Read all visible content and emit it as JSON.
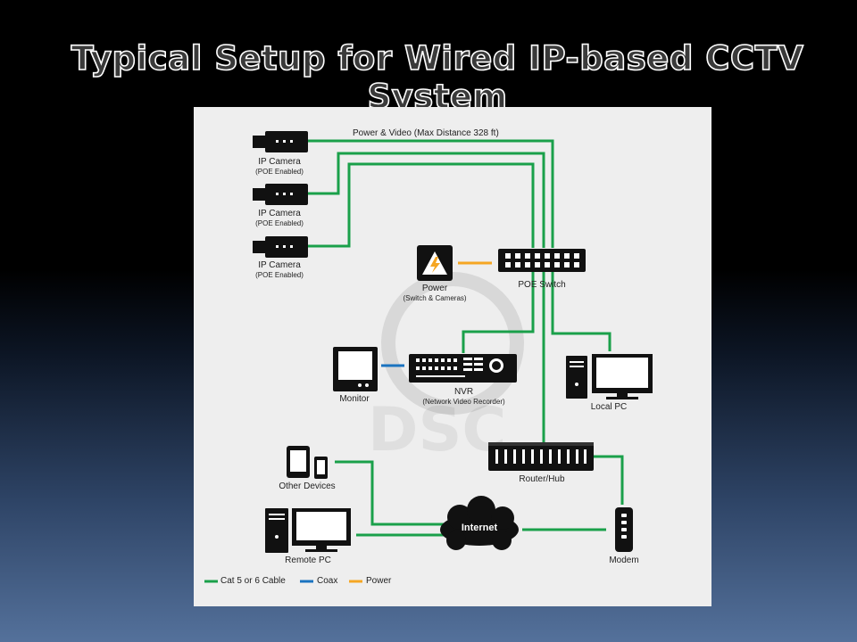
{
  "slide": {
    "title": "Typical Setup for Wired IP-based CCTV System"
  },
  "diagram": {
    "cable_note": "Power & Video (Max Distance 328 ft)",
    "cameras": [
      {
        "name": "IP Camera",
        "sub": "(POE Enabled)"
      },
      {
        "name": "IP Camera",
        "sub": "(POE Enabled)"
      },
      {
        "name": "IP Camera",
        "sub": "(POE Enabled)"
      }
    ],
    "power": {
      "name": "Power",
      "sub": "(Switch & Cameras)"
    },
    "poe_switch": {
      "name": "POE Switch"
    },
    "monitor": {
      "name": "Monitor"
    },
    "nvr": {
      "name": "NVR",
      "sub": "(Network Video Recorder)"
    },
    "local_pc": {
      "name": "Local PC"
    },
    "other_devices": {
      "name": "Other Devices"
    },
    "router": {
      "name": "Router/Hub"
    },
    "internet": {
      "name": "Internet"
    },
    "remote_pc": {
      "name": "Remote PC"
    },
    "modem": {
      "name": "Modem"
    },
    "watermark": "DSC",
    "legend": [
      {
        "label": "Cat 5 or 6 Cable",
        "color": "#1aa04a"
      },
      {
        "label": "Coax",
        "color": "#1a73c0"
      },
      {
        "label": "Power",
        "color": "#f5a623"
      }
    ]
  }
}
